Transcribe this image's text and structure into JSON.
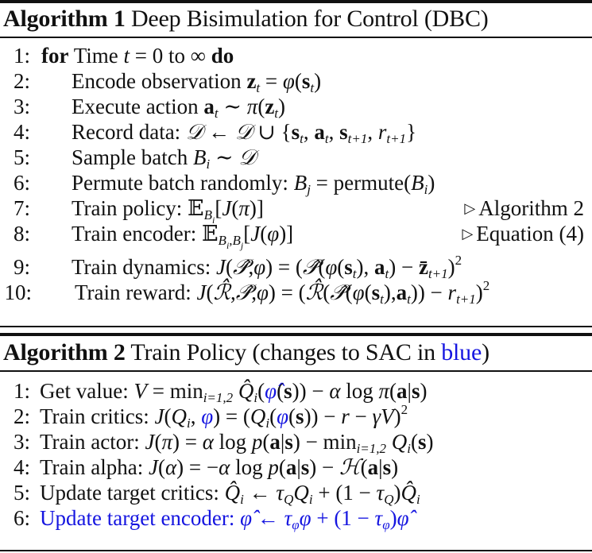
{
  "algorithm1": {
    "label": "Algorithm 1",
    "title": "Deep Bisimulation for Control (DBC)",
    "lines": [
      {
        "num": "1:",
        "keyword_start": "for",
        "text": "Time t = 0 to ∞",
        "keyword_end": "do",
        "indent": 0
      },
      {
        "num": "2:",
        "text": "Encode observation z_t = φ(s_t)",
        "indent": 1
      },
      {
        "num": "3:",
        "text": "Execute action a_t ∼ π(z_t)",
        "indent": 1
      },
      {
        "num": "4:",
        "text": "Record data: 𝒟 ← 𝒟 ∪ {s_t, a_t, s_{t+1}, r_{t+1}}",
        "indent": 1
      },
      {
        "num": "5:",
        "text": "Sample batch B_i ∼ 𝒟",
        "indent": 1
      },
      {
        "num": "6:",
        "text": "Permute batch randomly: B_j = permute(B_i)",
        "indent": 1
      },
      {
        "num": "7:",
        "text": "Train policy: 𝔼_{B_i}[J(π)]",
        "comment": "Algorithm 2",
        "indent": 1
      },
      {
        "num": "8:",
        "text": "Train encoder: 𝔼_{B_i,B_j}[J(φ)]",
        "comment": "Equation (4)",
        "indent": 1
      },
      {
        "num": "9:",
        "text": "Train dynamics: J(𝒫̂,φ) = (𝒫̂(φ(s_t), a_t) − z̄_{t+1})²",
        "indent": 1
      },
      {
        "num": "10:",
        "text": "Train reward: J(ℛ̂,𝒫̂,φ) = (ℛ̂(𝒫̂(φ(s_t),a_t)) − r_{t+1})²",
        "indent": 1
      }
    ]
  },
  "algorithm2": {
    "label": "Algorithm 2",
    "title_prefix": "Train Policy (changes to SAC in ",
    "title_blue": "blue",
    "title_suffix": ")",
    "lines": [
      {
        "num": "1:",
        "text": "Get value: V = min_{i=1,2} Q̂_i(φ̂(s)) − α log π(a|s)"
      },
      {
        "num": "2:",
        "text": "Train critics: J(Q_i, φ) = (Q_i(φ(s)) − r − γV)²"
      },
      {
        "num": "3:",
        "text": "Train actor: J(π) = α log p(a|s) − min_{i=1,2} Q_i(s)"
      },
      {
        "num": "4:",
        "text": "Train alpha: J(α) = −α log p(a|s) − ℋ(a|s)"
      },
      {
        "num": "5:",
        "text": "Update target critics: Q̂_i ← τ_Q Q_i + (1 − τ_Q)Q̂_i"
      },
      {
        "num": "6:",
        "text": "Update target encoder: φ̂ ← τ_φ φ + (1 − τ_φ)φ̂",
        "blue": true
      }
    ]
  },
  "colors": {
    "text": "#111111",
    "highlight_blue": "#1515e0"
  }
}
